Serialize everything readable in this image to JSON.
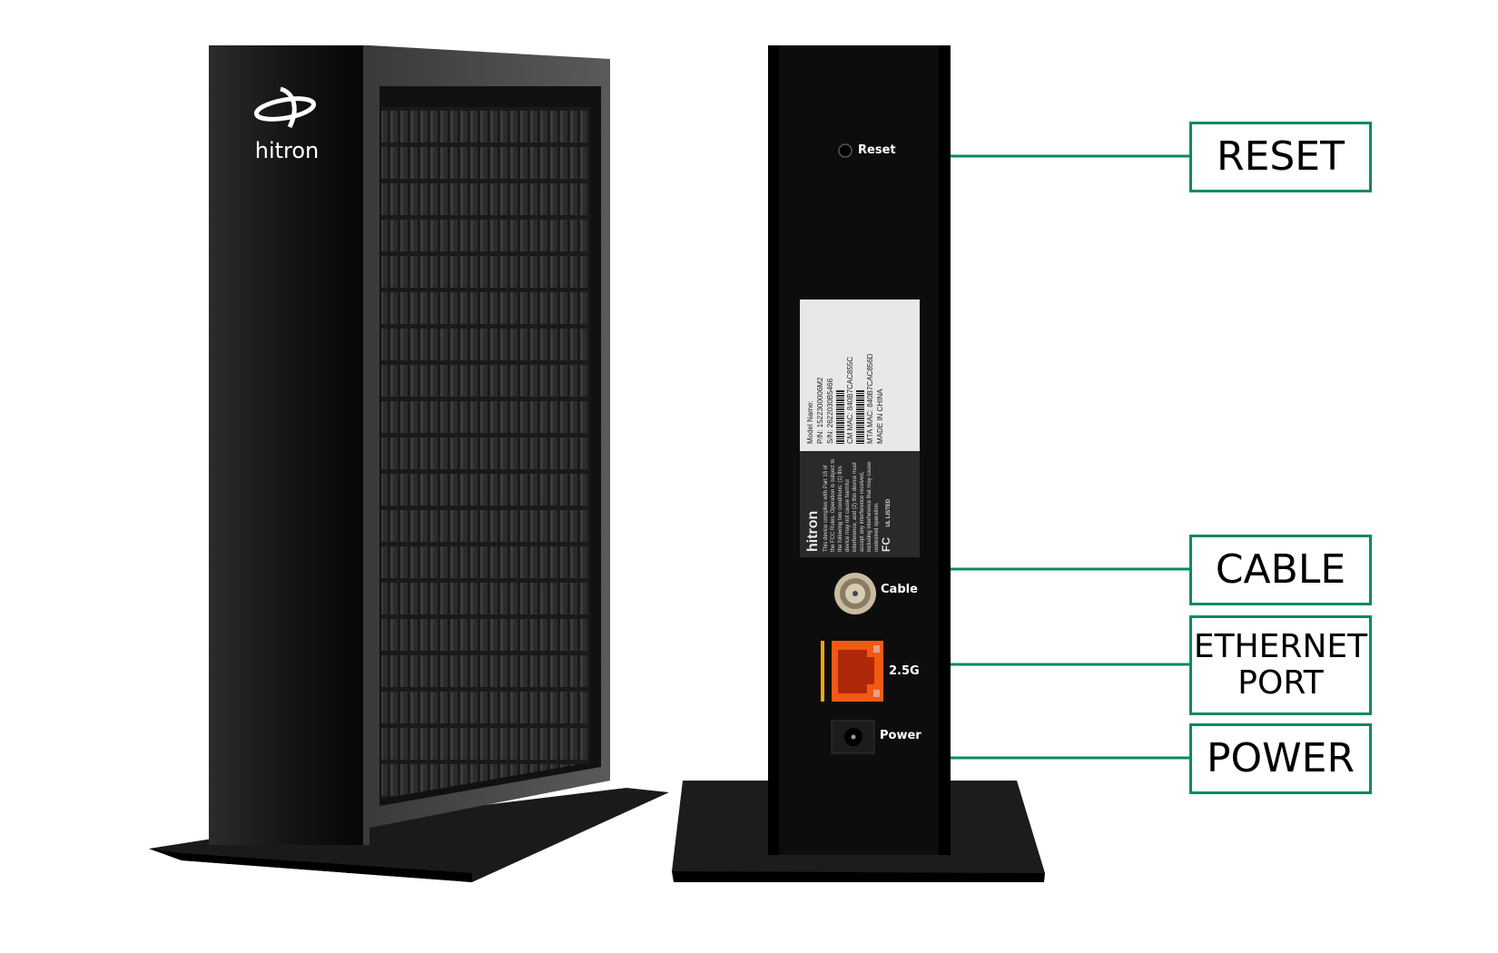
{
  "device": {
    "brand": "hitron",
    "ports": {
      "reset": "Reset",
      "cable": "Cable",
      "ethernet": "2.5G",
      "power": "Power"
    },
    "sticker": {
      "model_name": "Model Name:",
      "pn": "P/N: 1522300006M2",
      "sn": "S/N: 2622030B5466",
      "cm_mac": "CM MAC: 840B7CAC855C",
      "mta_mac": "MTA MAC: 840B7CAC856D",
      "origin": "MADE IN CHINA"
    },
    "regulatory": {
      "brand": "hitron",
      "text": "This device complies with Part 15 of the FCC Rules. Operation is subject to the following two conditions: (1) this device may not cause harmful interference, and (2) this device must accept any interference received, including interference that may cause undesired operation.",
      "fcc": "FC",
      "ul": "UL LISTED"
    }
  },
  "callouts": {
    "reset": "RESET",
    "cable": "CABLE",
    "ethernet_line1": "ETHERNET",
    "ethernet_line2": "PORT",
    "power": "POWER"
  },
  "colors": {
    "callout_border": "#0b8a5e",
    "device_body": "#111111",
    "ethernet_port": "#f05a14",
    "port_indicator": "#f5a800"
  }
}
